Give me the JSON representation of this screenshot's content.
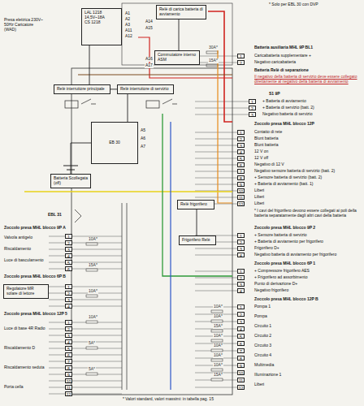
{
  "diagram": {
    "nodes": [
      {
        "text": [
          "LAL 1218 14,5V~18A",
          "CS 1218"
        ]
      },
      {
        "text": [
          "Relè di carica batteria di avviamento"
        ]
      },
      {
        "text": [
          "Commutatore interno ASM"
        ]
      },
      {
        "text": [
          "Relè interruttore principale"
        ]
      },
      {
        "text": [
          "Relè interruttore di servizio"
        ]
      },
      {
        "text": [
          "EB 30"
        ]
      },
      {
        "text": [
          "Batteria Scollegata (off)"
        ]
      },
      {
        "text": [
          "Relè frigorifero"
        ]
      },
      {
        "text": [
          "Frigorifero Relè"
        ]
      },
      {
        "text": [
          "Regolatore MR solare di lettore"
        ]
      }
    ],
    "edges": [
      {
        "from": 3,
        "to": 4,
        "arrow": "none"
      },
      {
        "from": 4,
        "to": 5,
        "arrow": "none"
      },
      {
        "from": 5,
        "to": 6,
        "arrow": "none"
      },
      {
        "from": 7,
        "to": 8,
        "arrow": "none"
      },
      {
        "from": 1,
        "to": 2,
        "arrow": "none"
      },
      {
        "from": 0,
        "to": 3,
        "arrow": "none"
      }
    ],
    "labels": [
      "Presa elettrica 230V~ 50Hz Caricatore (WAD)",
      "A1",
      "A2",
      "A3",
      "A11",
      "A12",
      "A14",
      "A15",
      "A16",
      "A17",
      "* Solo per EBL 30 con DVP",
      "30A*",
      "15A*",
      "Batteria ausiliaria MHL 9P BL1",
      "1",
      "2",
      "Caricabatteria supplementare +",
      "Negativo caricabatteria",
      "Batteria Relè di separazione",
      "Il negativo della batteria di servizio deve essere collegato direttamente al negativo della batteria di avviamento",
      "S1 9P",
      "1",
      "2",
      "3",
      "+ Batteria di avviamento",
      "+ Batteria di servizio (batt. 2)",
      "Negativo batteria di servizio",
      "Zoccolo presa MHL blocco 12P",
      "1",
      "2",
      "3",
      "4",
      "5",
      "6",
      "7",
      "8",
      "9",
      "10",
      "11",
      "12",
      "Contatto di rete",
      "Blunt batteria",
      "Blunt batteria",
      "12 V on",
      "12 V off",
      "Negativo di 12 V",
      "Negativo sensore batteria di servizio (batt. 2)",
      "+ Sensore batteria di servizio (batt. 2)",
      "+ Batteria di avviamento (batt. 1)",
      "Liberi",
      "Liberi",
      "Liberi",
      "* I cavi del frigorifero devono essere collegati ai poli della batteria separatamente dagli altri cavi della batteria",
      "Zoccolo presa MHL blocco 9P 2",
      "1",
      "2",
      "3",
      "4",
      "+ Sensore batteria di servizio",
      "+ Batteria di avviamento per frigorifero",
      "Frigorifero D+",
      "Negativo batteria di avviamento per frigorifero",
      "Zoccolo presa MHL blocco 6P 1",
      "1",
      "2",
      "3",
      "4",
      "+ Compressore frigorifero AES",
      "+ Frigorifero ad assorbimento",
      "Punto di derivazione D+",
      "Negativo frigorifero",
      "Zoccolo presa MHL blocco 12P B",
      "1",
      "2",
      "3",
      "4",
      "5",
      "6",
      "7",
      "8",
      "9",
      "10",
      "11",
      "12",
      "Pompa 1",
      "Pompa",
      "Circuito 1",
      "Circuito 2",
      "Circuito 3",
      "Circuito 4",
      "Multimedia",
      "Illuminazione 1",
      "Liberi",
      "10A*",
      "10A*",
      "15A*",
      "10A*",
      "10A*",
      "10A*",
      "10A*",
      "15A*",
      "* Valori standard, valori massimi: in tabella pag. 15",
      "EBL 31",
      "Zoccolo presa MHL blocco 9P A",
      "Valvola antigelo",
      "Riscaldamento",
      "Luce di basculamento",
      "1",
      "2",
      "3",
      "4",
      "5",
      "6",
      "Zoccolo presa MHL blocco 6P B",
      "1",
      "2",
      "3",
      "4",
      "Zoccolo presa MHL blocco 12P 5",
      "1",
      "2",
      "3",
      "4",
      "5",
      "6",
      "7",
      "8",
      "9",
      "10",
      "11",
      "12",
      "Luce di base 4R Radio",
      "Riscaldamento D",
      "Riscaldamento seduta",
      "Porta cella",
      "10A*",
      "15A*",
      "10A*",
      "10A*",
      "5A*",
      "5A*",
      "A5",
      "A6",
      "A7"
    ]
  }
}
